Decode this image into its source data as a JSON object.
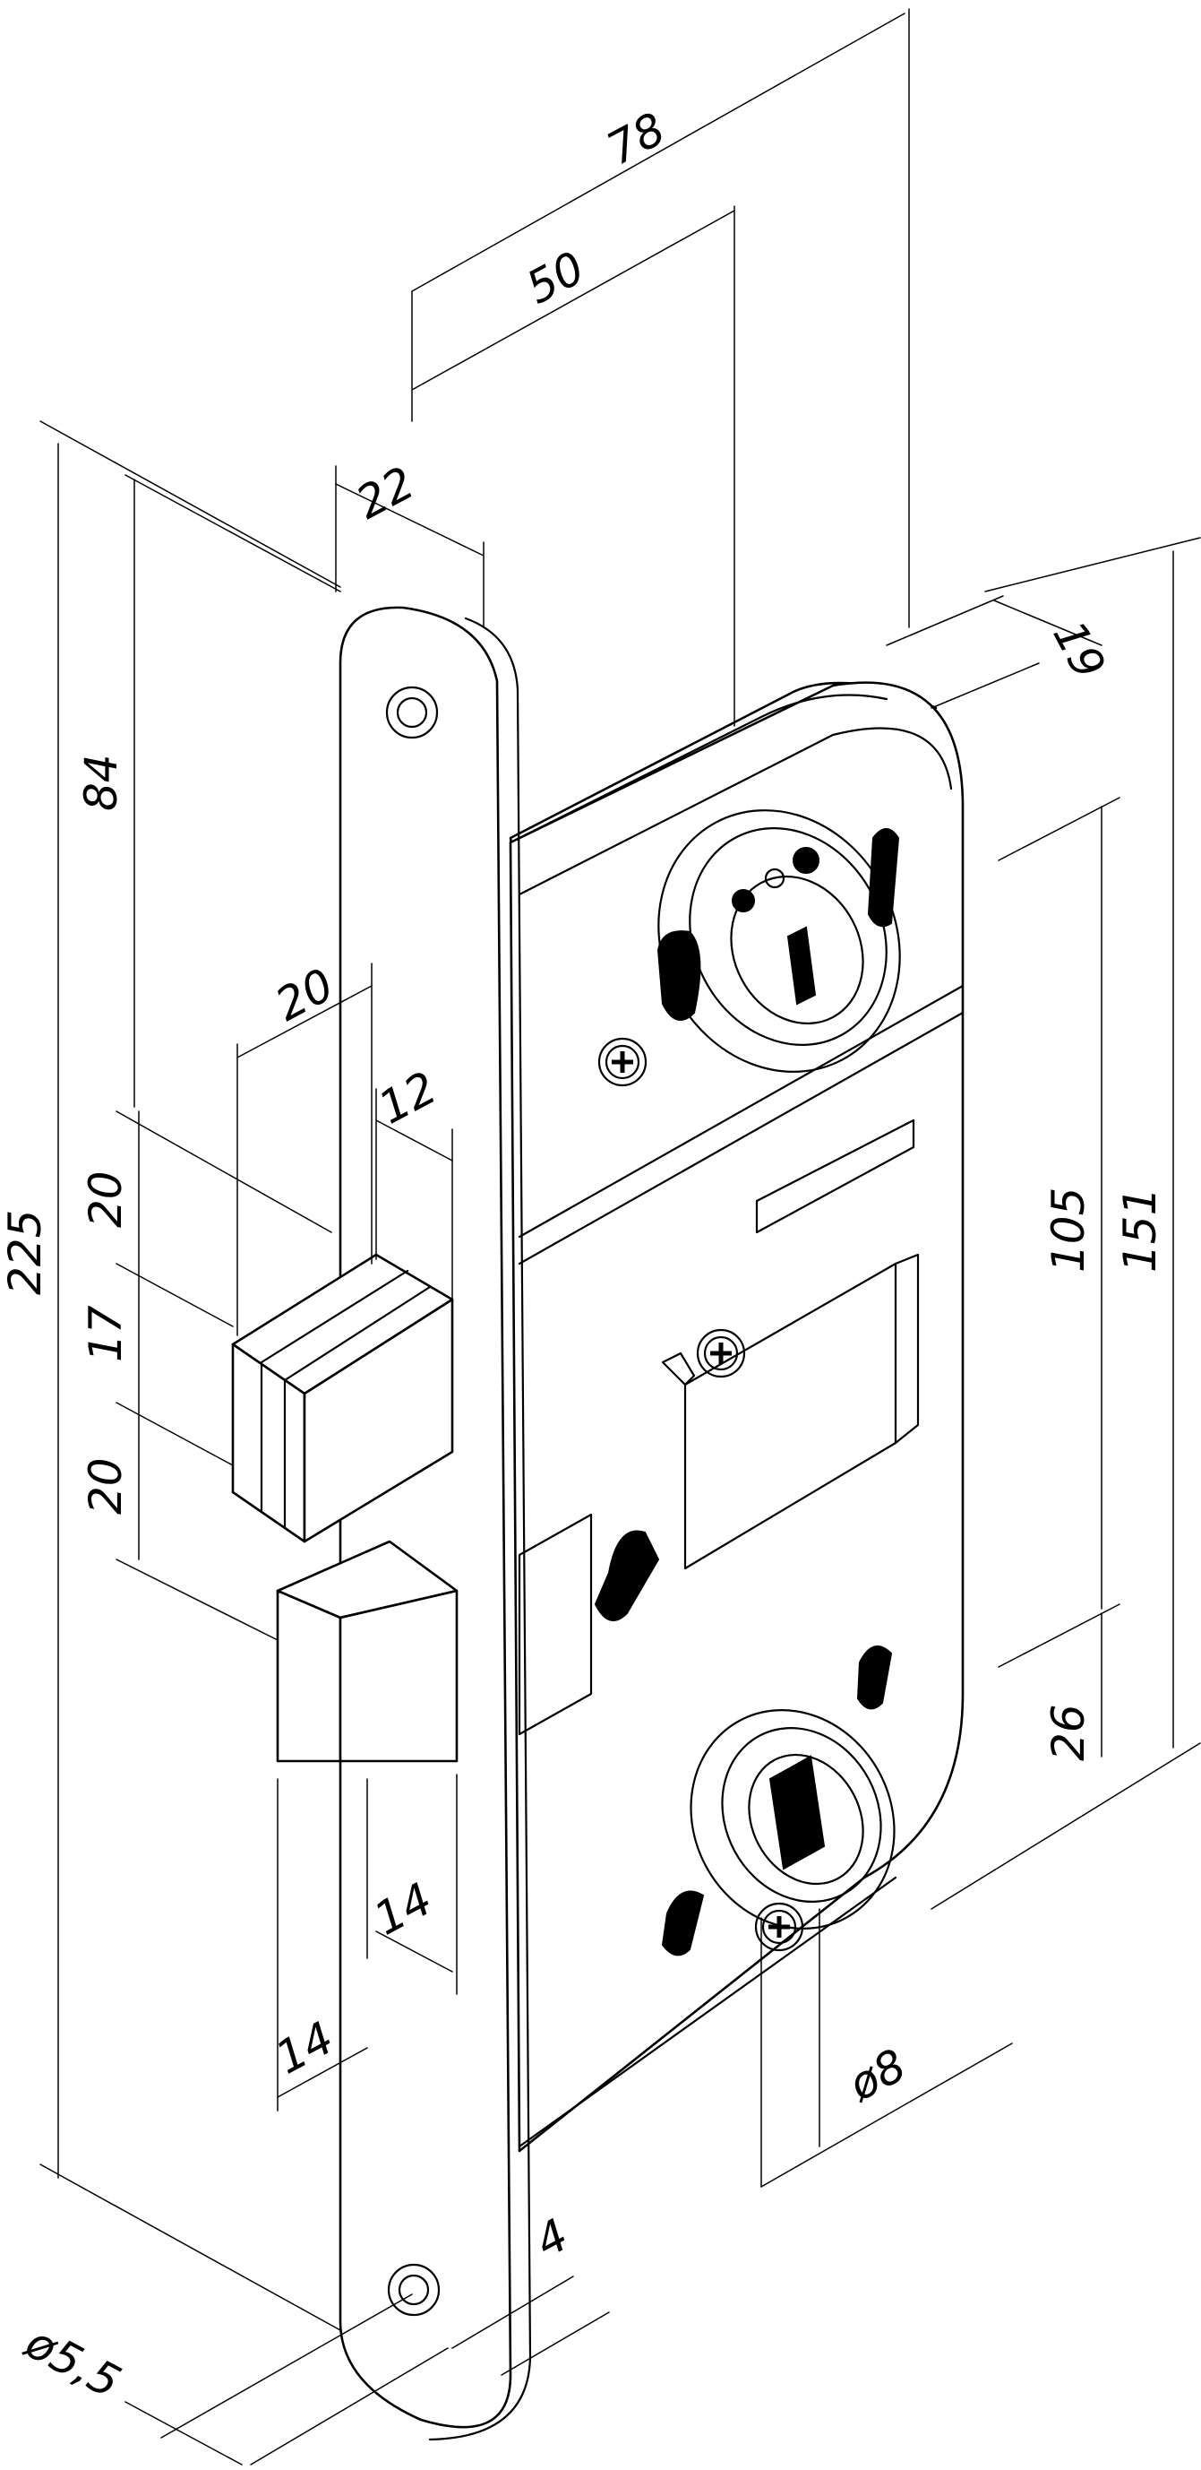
{
  "dimensions": {
    "backset_78": "78",
    "backset_50": "50",
    "faceplate_width": "22",
    "case_depth": "19",
    "overall_height": "225",
    "top_to_deadbolt": "84",
    "deadbolt_projection": "20",
    "deadbolt_thickness": "12",
    "deadbolt_gap_top": "20",
    "deadbolt_height": "17",
    "deadbolt_gap_bottom": "20",
    "case_105": "105",
    "case_height": "151",
    "spindle_distance": "26",
    "latch_depth": "14",
    "latch_projection": "14",
    "spindle_square": "ø8",
    "faceplate_thickness": "4",
    "screw_hole": "ø5,5"
  },
  "colors": {
    "line": "#000000",
    "background": "#ffffff"
  }
}
